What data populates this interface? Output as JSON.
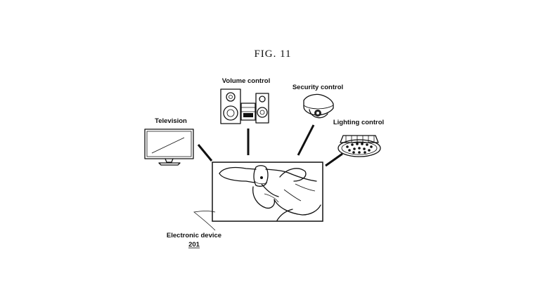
{
  "figure": {
    "title": "FIG. 11"
  },
  "devices": {
    "television": {
      "label": "Television",
      "icon": "television-icon"
    },
    "volume": {
      "label": "Volume control",
      "icon": "stereo-speakers-icon"
    },
    "security": {
      "label": "Security control",
      "icon": "dome-camera-icon"
    },
    "lighting": {
      "label": "Lighting control",
      "icon": "led-light-icon"
    }
  },
  "central": {
    "label": "Electronic device",
    "reference": "201",
    "icon": "finger-ring-device-icon"
  }
}
